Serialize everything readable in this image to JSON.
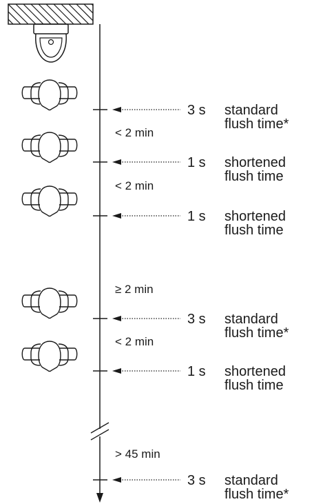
{
  "events": [
    {
      "duration": "3 s",
      "type_line1": "standard",
      "type_line2": "flush time*"
    },
    {
      "duration": "1 s",
      "type_line1": "shortened",
      "type_line2": "flush time"
    },
    {
      "duration": "1 s",
      "type_line1": "shortened",
      "type_line2": "flush time"
    },
    {
      "duration": "3 s",
      "type_line1": "standard",
      "type_line2": "flush time*"
    },
    {
      "duration": "1 s",
      "type_line1": "shortened",
      "type_line2": "flush time"
    },
    {
      "duration": "3 s",
      "type_line1": "standard",
      "type_line2": "flush time*"
    }
  ],
  "intervals": [
    {
      "text": "< 2 min"
    },
    {
      "text": "< 2 min"
    },
    {
      "text": "2 min",
      "prefix": "≥"
    },
    {
      "text": "< 2 min"
    },
    {
      "text": "> 45 min"
    }
  ],
  "colors": {
    "ink": "#1a1a1a",
    "background": "#ffffff"
  },
  "icons": [
    "wall-hatch-icon",
    "urinal-icon",
    "person-top-view-icon",
    "time-break-icon",
    "arrow-down-icon"
  ]
}
